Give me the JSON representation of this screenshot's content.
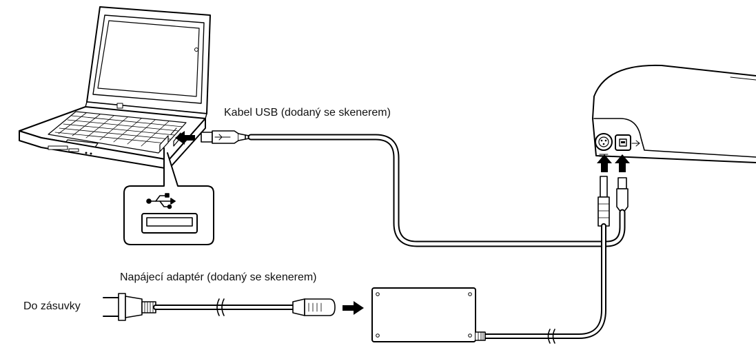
{
  "labels": {
    "usb_cable": "Kabel USB (dodaný se skenerem)",
    "power_adapter": "Napájecí adaptér (dodaný se skenerem)",
    "outlet": "Do zásuvky"
  },
  "icons": {
    "usb_symbol": "usb-icon",
    "arrow": "arrow-right-icon"
  },
  "colors": {
    "line": "#000000",
    "background": "#ffffff",
    "laptop_screen": "#ffffff",
    "shade": "#dddddd"
  }
}
